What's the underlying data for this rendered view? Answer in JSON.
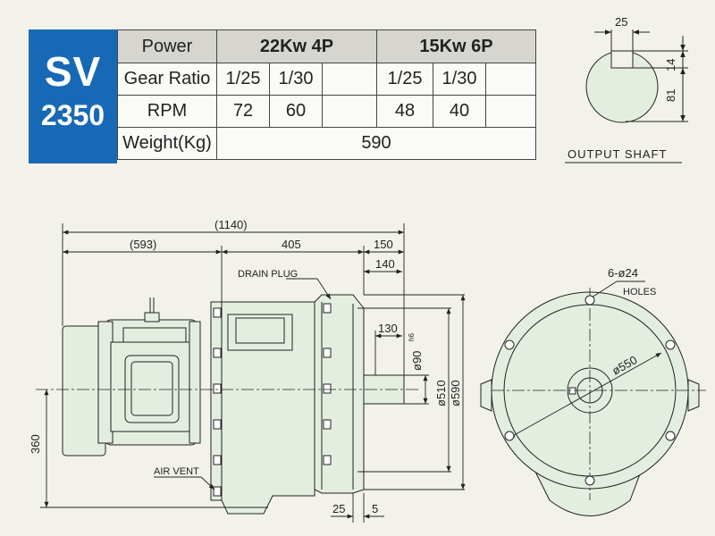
{
  "model": {
    "line1": "SV",
    "line2": "2350"
  },
  "table": {
    "power_label": "Power",
    "power_a": "22Kw  4P",
    "power_b": "15Kw  6P",
    "ratio_label": "Gear Ratio",
    "ratio_a1": "1/25",
    "ratio_a2": "1/30",
    "ratio_a3": "",
    "ratio_b1": "1/25",
    "ratio_b2": "1/30",
    "ratio_b3": "",
    "rpm_label": "RPM",
    "rpm_a1": "72",
    "rpm_a2": "60",
    "rpm_a3": "",
    "rpm_b1": "48",
    "rpm_b2": "40",
    "rpm_b3": "",
    "weight_label": "Weight(Kg)",
    "weight_value": "590"
  },
  "shaft": {
    "width": "25",
    "depth": "14",
    "height": "81",
    "caption": "OUTPUT SHAFT"
  },
  "dims": {
    "overall": "(1140)",
    "motor": "(593)",
    "body": "405",
    "shaft_total": "150",
    "shaft_140": "140",
    "shaft_130": "130",
    "bore": "ø90",
    "bore_tol": "h6",
    "d510": "ø510",
    "d590": "ø590",
    "center_height": "360",
    "flange_25": "25",
    "flange_5": "5",
    "holes_count": "6-ø24",
    "holes_label": "HOLES",
    "pcd": "ø550"
  },
  "labels": {
    "drain": "DRAIN PLUG",
    "vent": "AIR VENT"
  },
  "colors": {
    "accent": "#1769b6",
    "body": "#e3eee0",
    "line": "#222222"
  }
}
